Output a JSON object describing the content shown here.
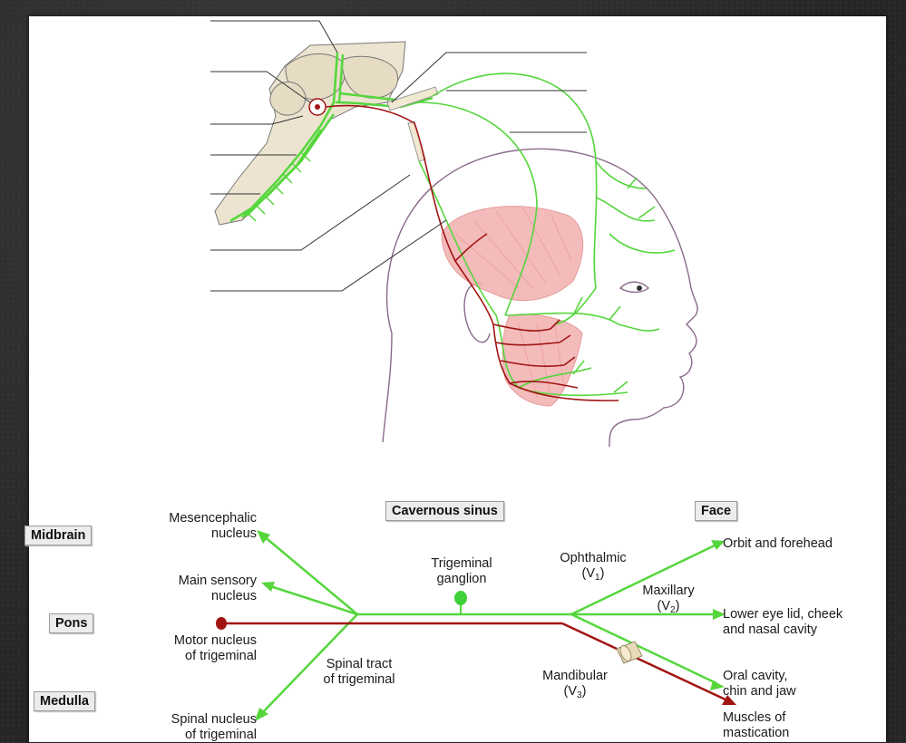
{
  "diagram": {
    "regions": {
      "midbrain": "Midbrain",
      "pons": "Pons",
      "medulla": "Medulla",
      "cavernous_sinus": "Cavernous sinus",
      "face": "Face"
    },
    "nuclei": {
      "mesencephalic_1": "Mesencephalic",
      "mesencephalic_2": "nucleus",
      "main_sensory_1": "Main sensory",
      "main_sensory_2": "nucleus",
      "motor_1": "Motor nucleus",
      "motor_2": "of trigeminal",
      "spinal_nucleus_1": "Spinal nucleus",
      "spinal_nucleus_2": "of trigeminal"
    },
    "tract": {
      "spinal_tract_1": "Spinal tract",
      "spinal_tract_2": "of trigeminal"
    },
    "ganglion": {
      "line1": "Trigeminal",
      "line2": "ganglion"
    },
    "divisions": {
      "ophthalmic_1": "Ophthalmic",
      "ophthalmic_2": "(V",
      "ophthalmic_sub": "1",
      "maxillary_1": "Maxillary",
      "maxillary_2": "(V",
      "maxillary_sub": "2",
      "mandibular_1": "Mandibular",
      "mandibular_2": "(V",
      "mandibular_sub": "3"
    },
    "targets": {
      "orbit": "Orbit and forehead",
      "lower_eye_1": "Lower eye lid, cheek",
      "lower_eye_2": "and nasal cavity",
      "oral_1": "Oral cavity,",
      "oral_2": "chin and jaw",
      "muscles_1": "Muscles of",
      "muscles_2": "mastication"
    },
    "colors": {
      "sensory": "#55d63c",
      "motor": "#a11414",
      "muscle": "#f3b0b0",
      "outline": "#8a6a8a"
    }
  }
}
